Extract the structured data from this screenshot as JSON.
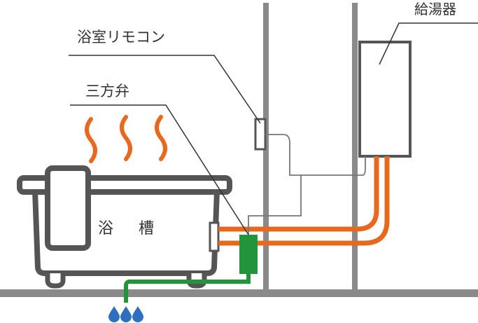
{
  "labels": {
    "remote": "浴室リモコン",
    "valve": "三方弁",
    "heater": "給湯器",
    "bathtub_char1": "浴",
    "bathtub_char2": "槽"
  },
  "icons": {
    "steam": "steam-icon",
    "water_drops": "water-drops-icon"
  },
  "colors": {
    "hot_pipe": "#e8681e",
    "drain_pipe": "#21943c",
    "structure": "#8a8a8a",
    "outline": "#555555",
    "leader": "#333333"
  }
}
